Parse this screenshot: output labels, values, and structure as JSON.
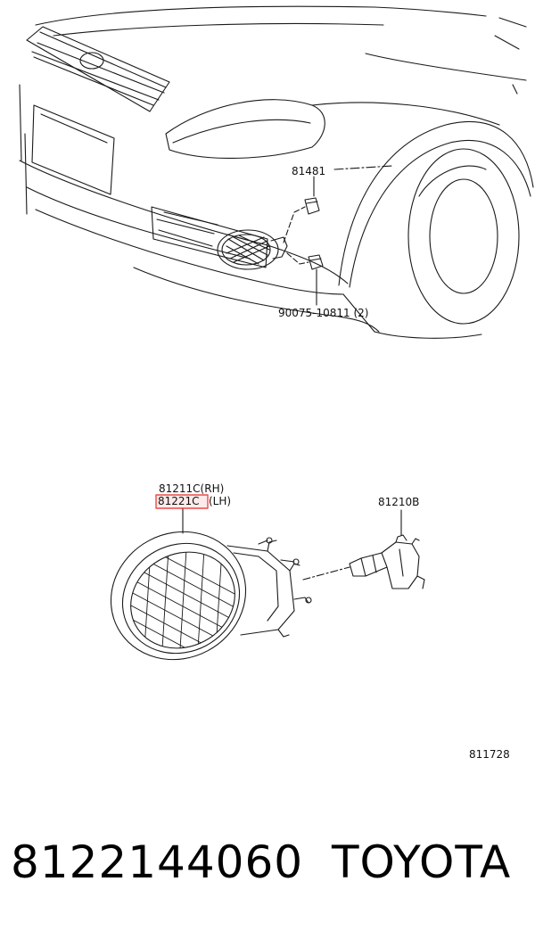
{
  "labels": {
    "bracket": "81481",
    "clip": "90075-10811 (2)",
    "lamp_rh": "81211C(RH)",
    "lamp_lh_code": "81221C",
    "lamp_lh_side": "(LH)",
    "bulb": "81210B",
    "figure_ref": "811728"
  },
  "footer": {
    "part_number": "8122144060",
    "brand": "TOYOTA"
  },
  "colors": {
    "line": "#1a1a1a",
    "highlight": "#e53935",
    "highlight_fill": "#fde8e8"
  }
}
